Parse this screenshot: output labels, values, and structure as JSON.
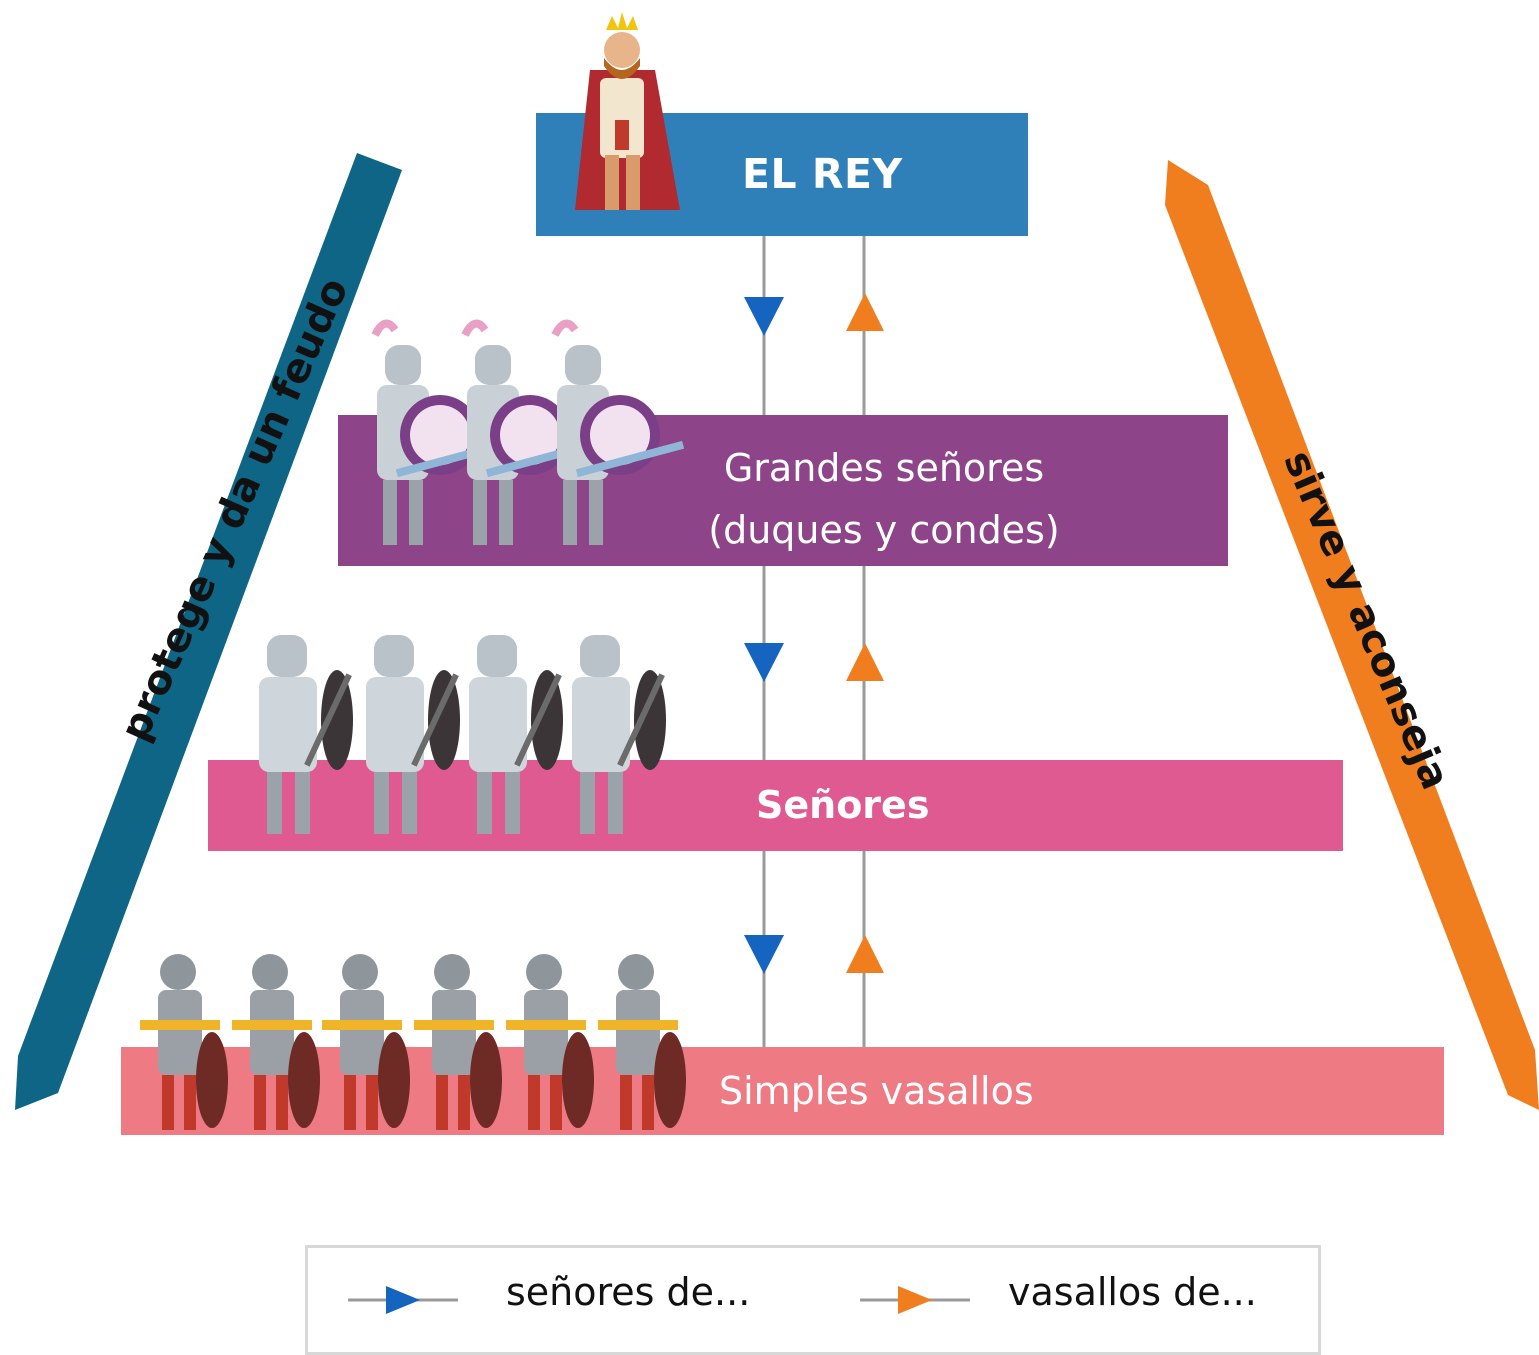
{
  "tiers": {
    "rey": "EL REY",
    "grandes_line1": "Grandes señores",
    "grandes_line2": "(duques y condes)",
    "senores": "Señores",
    "simples": "Simples vasallos"
  },
  "side_labels": {
    "left": "protege y da un feudo",
    "right": "sirve y aconseja"
  },
  "legend": {
    "down": "señores de...",
    "up": "vasallos de..."
  },
  "colors": {
    "rey": "#2f80b9",
    "grandes": "#8d4488",
    "senores": "#e05a92",
    "simples": "#ee7a84",
    "left_bar": "#0e6585",
    "right_bar": "#f07e1e",
    "arrow_down": "#1565c0",
    "arrow_up": "#f07e1e"
  }
}
